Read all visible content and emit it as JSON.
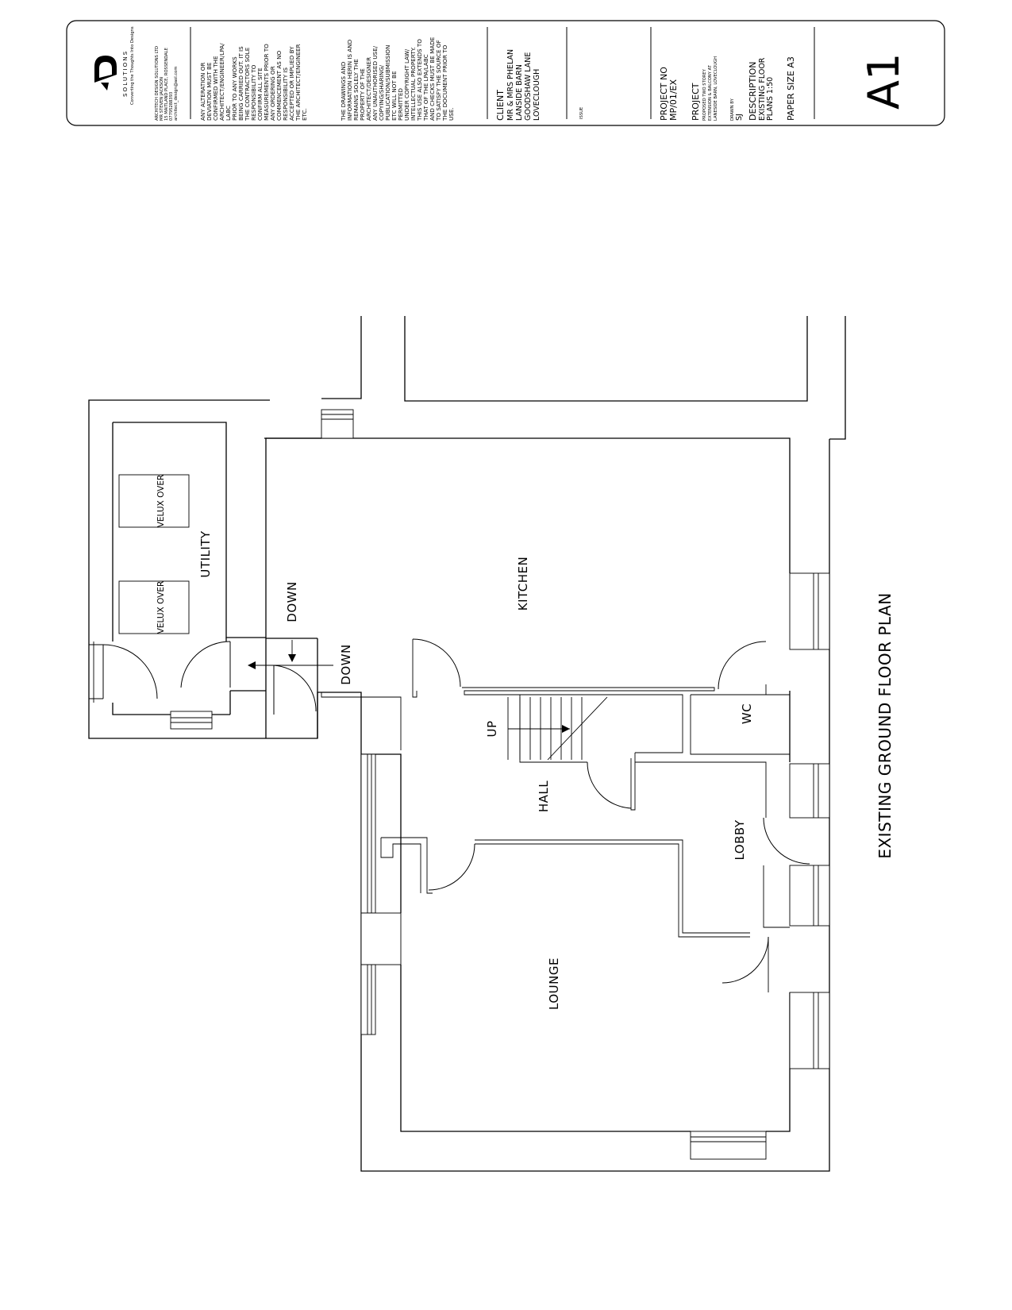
{
  "title_block": {
    "logo_text": "SOLUTIONS",
    "logo_tagline": "Converting the Thoughts Into Designs",
    "company_lines": [
      "ARCHITECH DESIGN SOLUTIONS LTD",
      "MR STEVEN JACKSON",
      "15 MAITLAND PLACE, ROSSENDALE",
      "07795288393",
      "architect_design@aol.com"
    ],
    "note1_lines": [
      "ANY ALTERATION OR",
      "DEVIATION MUST BE",
      "CONFIRMED WITH THE",
      "ARCHITECT/ENGINEER/LPA/",
      "LABC",
      "PRIOR TO ANY WORKS",
      "BEING CARRIED OUT. IT IS",
      "THE CONTRACTORS SOLE",
      "RESPONSIBILITY TO",
      "CONFIRM ALL SITE",
      "MEASUREMENTS PRIOR TO",
      "ANY ORDERING OR",
      "COMMENCEMENT AS NO",
      "RESPONSIBILITY IS",
      "ACCEPTED OR IMPLIED BY",
      "THE ARCHITECT/ENGINEER",
      "ETC."
    ],
    "note2_lines": [
      "THE DRAWINGS AND",
      "INFORMATION HERIN IS AND",
      "REMAINS SOLELY THE",
      "PROPERTY OF THE",
      "ARCHITECT/DESIGNER",
      "ANY UNAUTHORISED USE/",
      "COPYING/SHARING/",
      "PUBLICATION/SUBMISSION",
      "ETC WILL NOT BE",
      "PERMITTED",
      "UNDER COPYRIGHT LAW/",
      "INTELLECTUAL PROPERTY.",
      "THIS USE ALSO EXTENDS TO",
      "THAT OF THE LPA/LABC",
      "AND CHECKS MUST BE MADE",
      "TO SATISFY THE SOURCE OF",
      "THE DOCUMENT PRIOR TO",
      "USE."
    ],
    "client_label": "CLIENT",
    "client_lines": [
      "MR & MRS PHELAN",
      "LANSIDE BARN",
      "GOODSHAW LANE",
      "LOVECLOUGH"
    ],
    "issue_label": "ISSUE",
    "project_no_label": "PROJECT NO",
    "project_no": "MP/01/EX",
    "project_label": "PROJECT",
    "project_lines": [
      "PROPOSED TWO STOREY",
      "EXTENSION & BALCONY AT",
      "LANESIDE BARN, LOVECLOUGH"
    ],
    "drawn_by_label": "DRAWN BY",
    "drawn_by": "SJ",
    "description_label": "DESCRIPTION",
    "description_lines": [
      "EXISTING FLOOR",
      "PLANS 1:50"
    ],
    "paper_size": "PAPER SIZE A3",
    "sheet": "A1"
  },
  "plan": {
    "title": "EXISTING GROUND FLOOR PLAN",
    "rooms": {
      "utility": "UTILITY",
      "kitchen": "KITCHEN",
      "hall": "HALL",
      "lobby": "LOBBY",
      "wc": "WC",
      "lounge": "LOUNGE"
    },
    "velux_1": "VELUX OVER",
    "velux_2": "VELUX OVER",
    "down_1": "DOWN",
    "down_2": "DOWN",
    "up": "UP"
  }
}
